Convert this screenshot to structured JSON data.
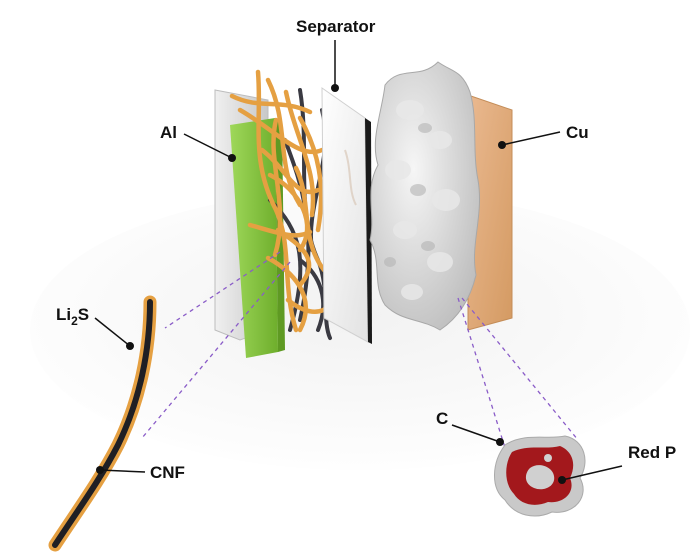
{
  "labels": {
    "separator": "Separator",
    "al": "Al",
    "cu": "Cu",
    "li2s_main": "Li",
    "li2s_sub": "2",
    "li2s_tail": "S",
    "cnf": "CNF",
    "c": "C",
    "red_p": "Red P"
  },
  "colors": {
    "al_green": "#84c93a",
    "al_sheet": "#dcdcdc",
    "cnf_orange": "#e5a042",
    "cnf_dark": "#3a3a42",
    "separator": "#ececec",
    "separator_edge": "#1a1a1a",
    "cu": "#e2aa76",
    "anode_foam": "#d8d8d8",
    "red_p": "#a3181c",
    "carbon": "#c9c9c9",
    "guide_line": "#8a5cc8"
  }
}
